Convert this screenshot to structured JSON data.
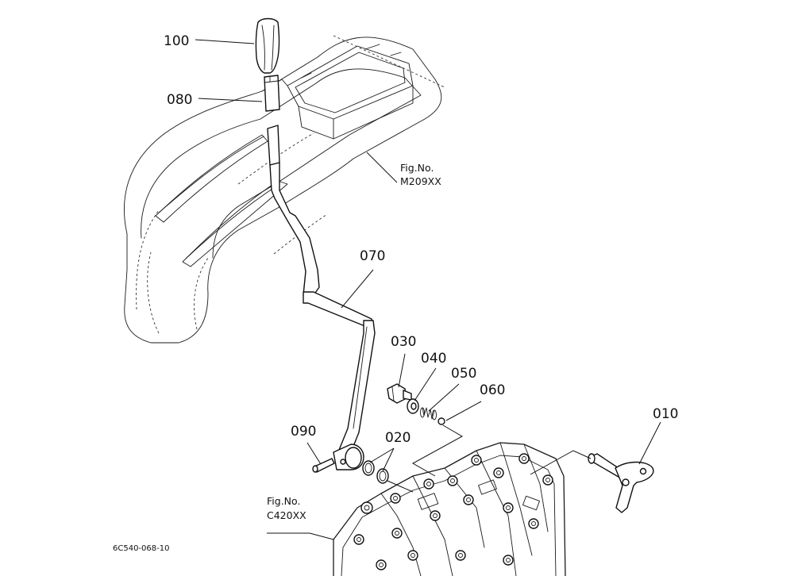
{
  "parts": [
    {
      "key": "knob",
      "number": "100"
    },
    {
      "key": "grip",
      "number": "080"
    },
    {
      "key": "lever",
      "number": "070"
    },
    {
      "key": "bolt",
      "number": "030"
    },
    {
      "key": "washer",
      "number": "040"
    },
    {
      "key": "spring",
      "number": "050"
    },
    {
      "key": "ball",
      "number": "060"
    },
    {
      "key": "shaft",
      "number": "010"
    },
    {
      "key": "pin",
      "number": "090"
    },
    {
      "key": "oring",
      "number": "020"
    }
  ],
  "references": [
    {
      "key": "console",
      "line1": "Fig.No.",
      "line2": "M209XX"
    },
    {
      "key": "housing",
      "line1": "Fig.No.",
      "line2": "C420XX"
    }
  ],
  "drawing_code": "6C540-068-10"
}
